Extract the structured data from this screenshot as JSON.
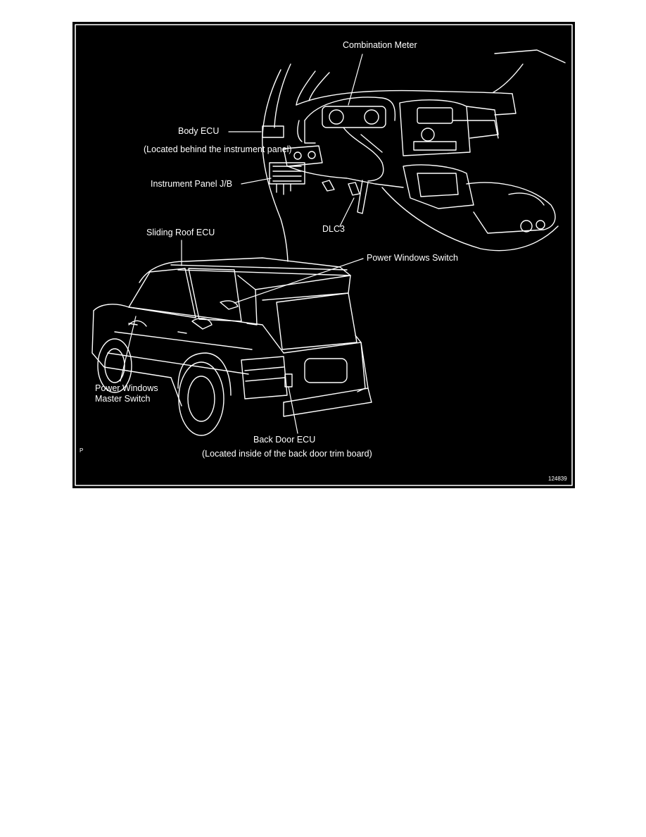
{
  "diagram": {
    "labels": {
      "combination_meter": "Combination Meter",
      "body_ecu": "Body ECU",
      "body_ecu_note": "(Located behind the instrument panel)",
      "instrument_panel_jb": "Instrument Panel J/B",
      "dlc3": "DLC3",
      "sliding_roof_ecu": "Sliding Roof ECU",
      "power_windows_switch": "Power Windows Switch",
      "power_windows_master_switch_line1": "Power Windows",
      "power_windows_master_switch_line2": "Master Switch",
      "back_door_ecu": "Back Door ECU",
      "back_door_ecu_note": "(Located inside of the back door trim board)",
      "corner_mark": "P",
      "figure_id": "124839"
    },
    "colors": {
      "background": "#000000",
      "line": "#ffffff",
      "page": "#ffffff"
    }
  }
}
